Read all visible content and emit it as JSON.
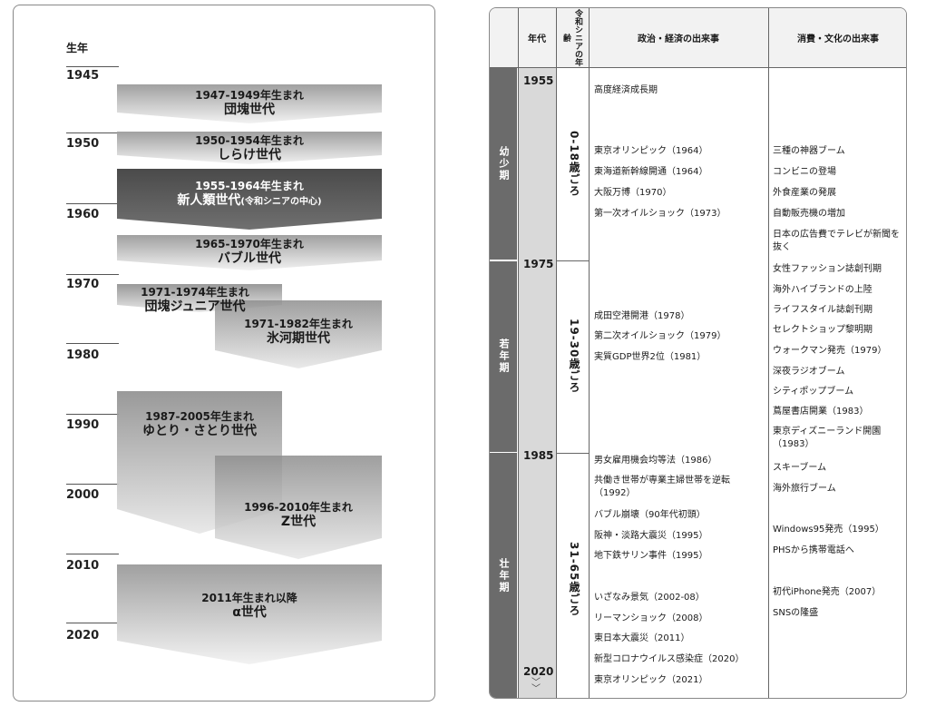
{
  "left": {
    "axis_title": "生年",
    "years": [
      "1945",
      "1950",
      "1960",
      "1970",
      "1980",
      "1990",
      "2000",
      "2010",
      "2020"
    ],
    "generations": [
      {
        "years": "1947-1949年生まれ",
        "name": "団塊世代"
      },
      {
        "years": "1950-1954年生まれ",
        "name": "しらけ世代"
      },
      {
        "years": "1955-1964年生まれ",
        "name": "新人類世代",
        "note": "(令和シニアの中心)"
      },
      {
        "years": "1965-1970年生まれ",
        "name": "バブル世代"
      },
      {
        "years": "1971-1974年生まれ",
        "name": "団塊ジュニア世代"
      },
      {
        "years": "1971-1982年生まれ",
        "name": "氷河期世代"
      },
      {
        "years": "1987-2005年生まれ",
        "name": "ゆとり・さとり世代"
      },
      {
        "years": "1996-2010年生まれ",
        "name": "Z世代"
      },
      {
        "years": "2011年生まれ以降",
        "name": "α世代"
      }
    ]
  },
  "right": {
    "headers": {
      "year": "年代",
      "age": "令和シニアの年齢",
      "politics": "政治・経済の出来事",
      "culture": "消費・文化の出来事"
    },
    "stages": [
      "幼少期",
      "若年期",
      "壮年期"
    ],
    "years": [
      "1955",
      "1975",
      "1985",
      "2020"
    ],
    "ages": [
      "0-18歳ごろ",
      "19-30歳ごろ",
      "31-65歳ごろ"
    ],
    "politics_events": [
      "高度経済成長期",
      "東京オリンピック（1964）",
      "東海道新幹線開通（1964）",
      "大阪万博（1970）",
      "第一次オイルショック（1973）",
      "成田空港開港（1978）",
      "第二次オイルショック（1979）",
      "実質GDP世界2位（1981）",
      "男女雇用機会均等法（1986）",
      "共働き世帯が専業主婦世帯を逆転（1992）",
      "バブル崩壊（90年代初頭）",
      "阪神・淡路大震災（1995）",
      "地下鉄サリン事件（1995）",
      "いざなみ景気（2002-08）",
      "リーマンショック（2008）",
      "東日本大震災（2011）",
      "新型コロナウイルス感染症（2020）",
      "東京オリンピック（2021）"
    ],
    "culture_events": [
      "三種の神器ブーム",
      "コンビニの登場",
      "外食産業の発展",
      "自動販売機の増加",
      "日本の広告費でテレビが新聞を抜く",
      "女性ファッション誌創刊期",
      "海外ハイブランドの上陸",
      "ライフスタイル誌創刊期",
      "セレクトショップ黎明期",
      "ウォークマン発売（1979）",
      "深夜ラジオブーム",
      "シティポップブーム",
      "蔦屋書店開業（1983）",
      "東京ディズニーランド開園（1983）",
      "スキーブーム",
      "海外旅行ブーム",
      "Windows95発売（1995）",
      "PHSから携帯電話へ",
      "初代iPhone発売（2007）",
      "SNSの隆盛"
    ]
  }
}
